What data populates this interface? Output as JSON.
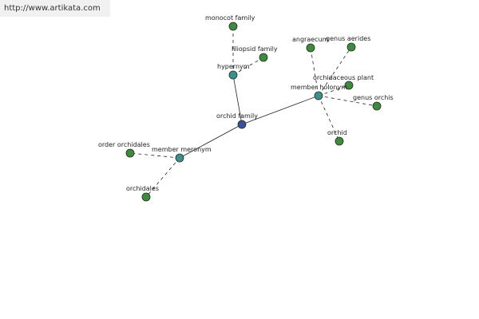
{
  "site": {
    "url": "http://www.artikata.com"
  },
  "graph": {
    "colors": {
      "center": "#3a4f9a",
      "relation": "#3f8f8f",
      "leaf": "#3f8a3f",
      "node_stroke": "#1f2f1f",
      "edge": "#222222"
    },
    "nodes": [
      {
        "id": "orchid-family",
        "label": "orchid family",
        "kind": "center"
      },
      {
        "id": "hypernym",
        "label": "hypernym",
        "kind": "relation"
      },
      {
        "id": "member-holonym",
        "label": "member holonym",
        "kind": "relation"
      },
      {
        "id": "member-meronym",
        "label": "member meronym",
        "kind": "relation"
      },
      {
        "id": "monocot-family",
        "label": "monocot family",
        "kind": "leaf"
      },
      {
        "id": "liliopsid-family",
        "label": "liliopsid family",
        "kind": "leaf"
      },
      {
        "id": "angraecum",
        "label": "angraecum",
        "kind": "leaf"
      },
      {
        "id": "genus-aerides",
        "label": "genus aerides",
        "kind": "leaf"
      },
      {
        "id": "orchidaceous-plant",
        "label": "orchidaceous plant",
        "kind": "leaf"
      },
      {
        "id": "genus-orchis",
        "label": "genus orchis",
        "kind": "leaf"
      },
      {
        "id": "orchid",
        "label": "orchid",
        "kind": "leaf"
      },
      {
        "id": "order-orchidales",
        "label": "order orchidales",
        "kind": "leaf"
      },
      {
        "id": "orchidales",
        "label": "orchidales",
        "kind": "leaf"
      }
    ],
    "edges": [
      {
        "from": "orchid-family",
        "to": "hypernym",
        "style": "solid"
      },
      {
        "from": "orchid-family",
        "to": "member-holonym",
        "style": "solid"
      },
      {
        "from": "orchid-family",
        "to": "member-meronym",
        "style": "solid"
      },
      {
        "from": "hypernym",
        "to": "monocot-family",
        "style": "dashed"
      },
      {
        "from": "hypernym",
        "to": "liliopsid-family",
        "style": "dashed"
      },
      {
        "from": "member-holonym",
        "to": "angraecum",
        "style": "dashed"
      },
      {
        "from": "member-holonym",
        "to": "genus-aerides",
        "style": "dashed"
      },
      {
        "from": "member-holonym",
        "to": "orchidaceous-plant",
        "style": "dashed"
      },
      {
        "from": "member-holonym",
        "to": "genus-orchis",
        "style": "dashed"
      },
      {
        "from": "member-holonym",
        "to": "orchid",
        "style": "dashed"
      },
      {
        "from": "member-meronym",
        "to": "order-orchidales",
        "style": "dashed"
      },
      {
        "from": "member-meronym",
        "to": "orchidales",
        "style": "dashed"
      }
    ]
  }
}
